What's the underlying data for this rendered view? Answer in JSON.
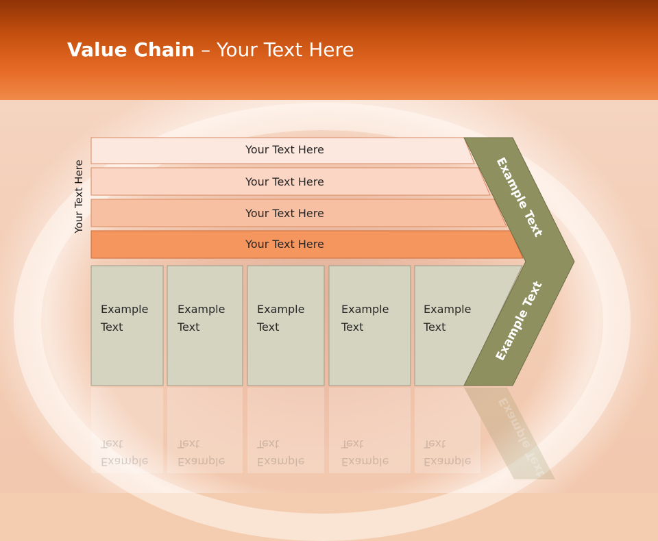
{
  "title": {
    "bold": "Value Chain",
    "rest": " – Your Text Here"
  },
  "side_label": "Your Text Here",
  "bars": [
    "Your Text Here",
    "Your Text Here",
    "Your Text Here",
    "Your Text Here"
  ],
  "boxes": [
    {
      "line1": "Example",
      "line2": "Text"
    },
    {
      "line1": "Example",
      "line2": "Text"
    },
    {
      "line1": "Example",
      "line2": "Text"
    },
    {
      "line1": "Example",
      "line2": "Text"
    },
    {
      "line1": "Example",
      "line2": "Text"
    }
  ],
  "chevron": {
    "upper": "Example Text",
    "lower": "Example Text"
  },
  "colors": {
    "bar1": "#fde8df",
    "bar2": "#fbd6c4",
    "bar3": "#f8c0a2",
    "bar4": "#f5965f",
    "box": "#d5d4c0",
    "chevron": "#8e9060",
    "header": "#d95e1c"
  }
}
